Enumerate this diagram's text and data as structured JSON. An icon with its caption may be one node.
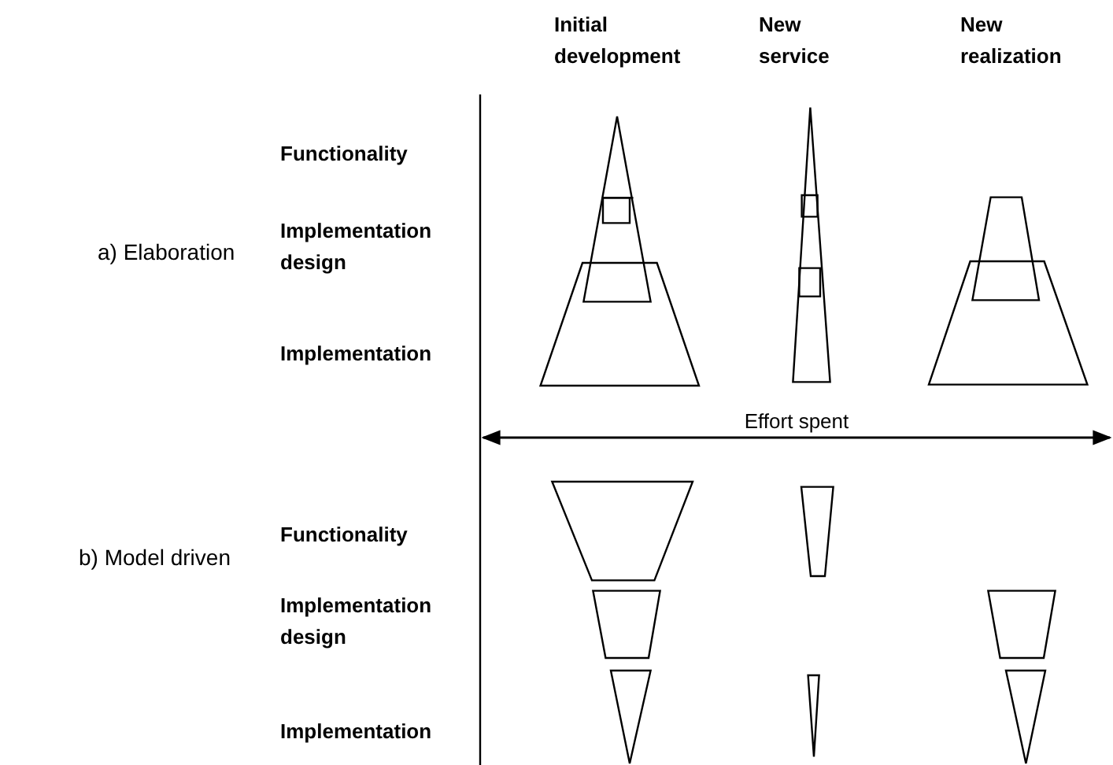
{
  "diagram": {
    "labels": [
      "Initial development",
      "New service",
      "New realization",
      "Functionality",
      "a) Elaboration",
      "Implementation design",
      "Implementation",
      "Effort spent",
      "Functionality",
      "b) Model driven",
      "Implementation design",
      "Implementation"
    ]
  }
}
